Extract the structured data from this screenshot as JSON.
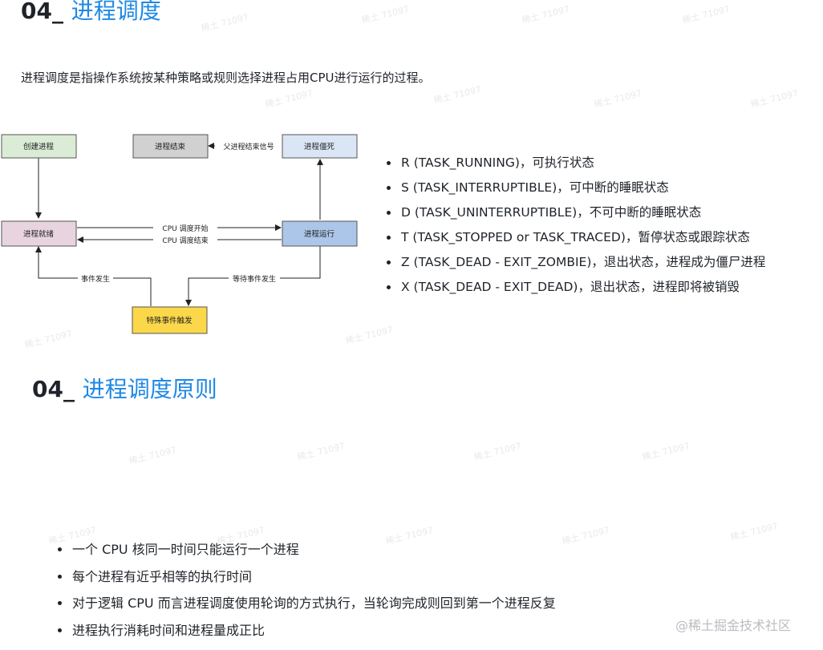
{
  "section1": {
    "number": "04_",
    "title": "进程调度"
  },
  "intro": "进程调度是指操作系统按某种策略或规则选择进程占用CPU进行运行的过程。",
  "diagram": {
    "nodes": {
      "create": "创建进程",
      "end": "进程结束",
      "zombie": "进程僵死",
      "ready": "进程就绪",
      "running": "进程运行",
      "event": "特殊事件触发"
    },
    "edges": {
      "parent_signal": "父进程结束信号",
      "cpu_start": "CPU 调度开始",
      "cpu_end": "CPU 调度结束",
      "event_occur": "事件发生",
      "wait_event": "等待事件发生"
    },
    "colors": {
      "create": "#dbecd6",
      "end": "#d1d1d1",
      "zombie": "#dae6f6",
      "ready": "#e8d4df",
      "running": "#abc6e8",
      "event": "#fbd74a"
    }
  },
  "states": [
    "R (TASK_RUNNING)，可执行状态",
    "S (TASK_INTERRUPTIBLE)，可中断的睡眠状态",
    "D (TASK_UNINTERRUPTIBLE)，不可中断的睡眠状态",
    "T (TASK_STOPPED or TASK_TRACED)，暂停状态或跟踪状态",
    "Z (TASK_DEAD - EXIT_ZOMBIE)，退出状态，进程成为僵尸进程",
    "X (TASK_DEAD - EXIT_DEAD)，退出状态，进程即将被销毁"
  ],
  "section2": {
    "number": "04_",
    "title": "进程调度原则"
  },
  "principles": [
    "一个 CPU 核同一时间只能运行一个进程",
    "每个进程有近乎相等的执行时间",
    "对于逻辑 CPU 而言进程调度使用轮询的方式执行，当轮询完成则回到第一个进程反复",
    "进程执行消耗时间和进程量成正比"
  ],
  "watermark": "稀土 71097",
  "brand": "@稀土掘金技术社区"
}
